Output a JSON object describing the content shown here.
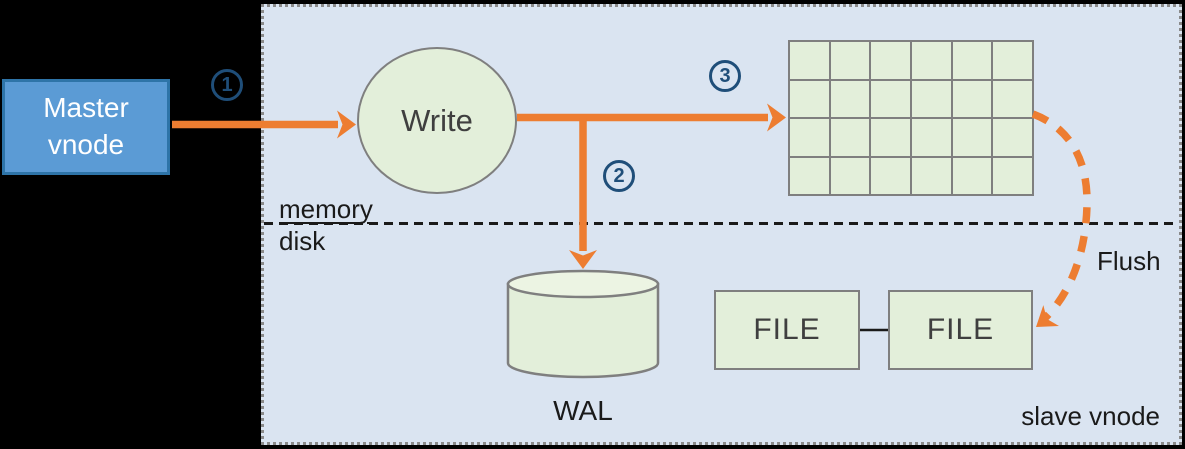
{
  "colors": {
    "accent_orange": "#ed7d31",
    "node_green_fill": "#e3efda",
    "cylinder_top_fill": "#ecf4e3",
    "node_border_gray": "#7f7f7f",
    "master_blue_fill": "#5b9bd5",
    "master_blue_border": "#2e74a8",
    "step_badge_navy": "#1f4e79",
    "panel_blue_bg": "#dae4f1",
    "panel_border_gray": "#8a8a8a"
  },
  "panel": {
    "label": "slave vnode"
  },
  "nodes": {
    "master_vnode": {
      "label": "Master vnode"
    },
    "write": {
      "label": "Write"
    },
    "memtable": {
      "rows": 4,
      "cols": 6
    },
    "wal": {
      "label": "WAL"
    },
    "file_left": {
      "label": "FILE"
    },
    "file_right": {
      "label": "FILE"
    }
  },
  "steps": [
    {
      "number": "1"
    },
    {
      "number": "2"
    },
    {
      "number": "3"
    }
  ],
  "labels": {
    "memory": "memory",
    "disk": "disk",
    "flush": "Flush"
  }
}
